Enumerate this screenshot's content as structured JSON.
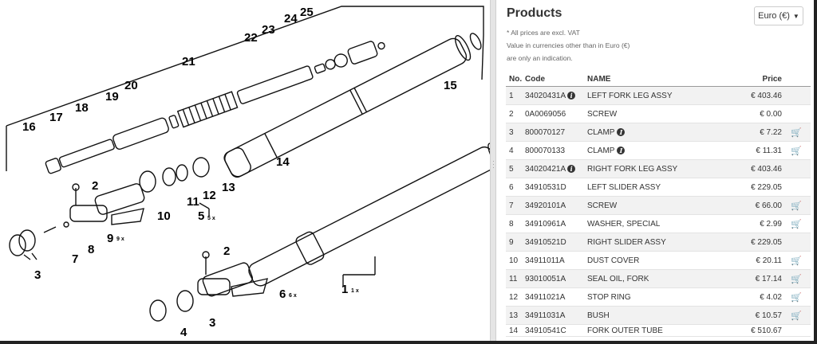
{
  "diagram": {
    "callouts": [
      "1",
      "2",
      "2",
      "3",
      "3",
      "4",
      "5",
      "6",
      "7",
      "8",
      "9",
      "10",
      "11",
      "12",
      "13",
      "14",
      "15",
      "16",
      "17",
      "18",
      "19",
      "20",
      "21",
      "22",
      "23",
      "24",
      "25"
    ],
    "quantity_marks": [
      "9 x",
      "5 x",
      "6 x",
      "1 x"
    ]
  },
  "products": {
    "title": "Products",
    "currency_label": "Euro (€)",
    "notes": [
      "* All prices are excl. VAT",
      "Value in currencies other than in Euro (€)",
      "are only an indication."
    ],
    "columns": {
      "no": "No.",
      "code": "Code",
      "name": "Name",
      "price": "Price"
    },
    "rows": [
      {
        "no": "1",
        "code": "34020431A",
        "code_info": true,
        "name": "Left fork leg assy",
        "name_info": false,
        "price": "€ 403.46",
        "cart": false
      },
      {
        "no": "2",
        "code": "0A0069056",
        "code_info": false,
        "name": "Screw",
        "name_info": false,
        "price": "€ 0.00",
        "cart": false
      },
      {
        "no": "3",
        "code": "800070127",
        "code_info": false,
        "name": "Clamp",
        "name_info": true,
        "price": "€ 7.22",
        "cart": true
      },
      {
        "no": "4",
        "code": "800070133",
        "code_info": false,
        "name": "Clamp",
        "name_info": true,
        "price": "€ 11.31",
        "cart": true
      },
      {
        "no": "5",
        "code": "34020421A",
        "code_info": true,
        "name": "Right fork leg assy",
        "name_info": false,
        "price": "€ 403.46",
        "cart": false
      },
      {
        "no": "6",
        "code": "34910531D",
        "code_info": false,
        "name": "Left slider assy",
        "name_info": false,
        "price": "€ 229.05",
        "cart": false
      },
      {
        "no": "7",
        "code": "34920101A",
        "code_info": false,
        "name": "Screw",
        "name_info": false,
        "price": "€ 66.00",
        "cart": true
      },
      {
        "no": "8",
        "code": "34910961A",
        "code_info": false,
        "name": "Washer, special",
        "name_info": false,
        "price": "€ 2.99",
        "cart": true
      },
      {
        "no": "9",
        "code": "34910521D",
        "code_info": false,
        "name": "Right slider assy",
        "name_info": false,
        "price": "€ 229.05",
        "cart": false
      },
      {
        "no": "10",
        "code": "34911011A",
        "code_info": false,
        "name": "Dust cover",
        "name_info": false,
        "price": "€ 20.11",
        "cart": true
      },
      {
        "no": "11",
        "code": "93010051A",
        "code_info": false,
        "name": "Seal oil, fork",
        "name_info": false,
        "price": "€ 17.14",
        "cart": true
      },
      {
        "no": "12",
        "code": "34911021A",
        "code_info": false,
        "name": "Stop ring",
        "name_info": false,
        "price": "€ 4.02",
        "cart": true
      },
      {
        "no": "13",
        "code": "34911031A",
        "code_info": false,
        "name": "Bush",
        "name_info": false,
        "price": "€ 10.57",
        "cart": true
      },
      {
        "no": "14",
        "code": "34910541C",
        "code_info": false,
        "name": "Fork outer tube",
        "name_info": false,
        "price": "€ 510.67",
        "cart": false
      }
    ],
    "icons": {
      "info": "info-icon",
      "cart": "cart-icon",
      "currency_caret": "caret-down-icon"
    }
  }
}
